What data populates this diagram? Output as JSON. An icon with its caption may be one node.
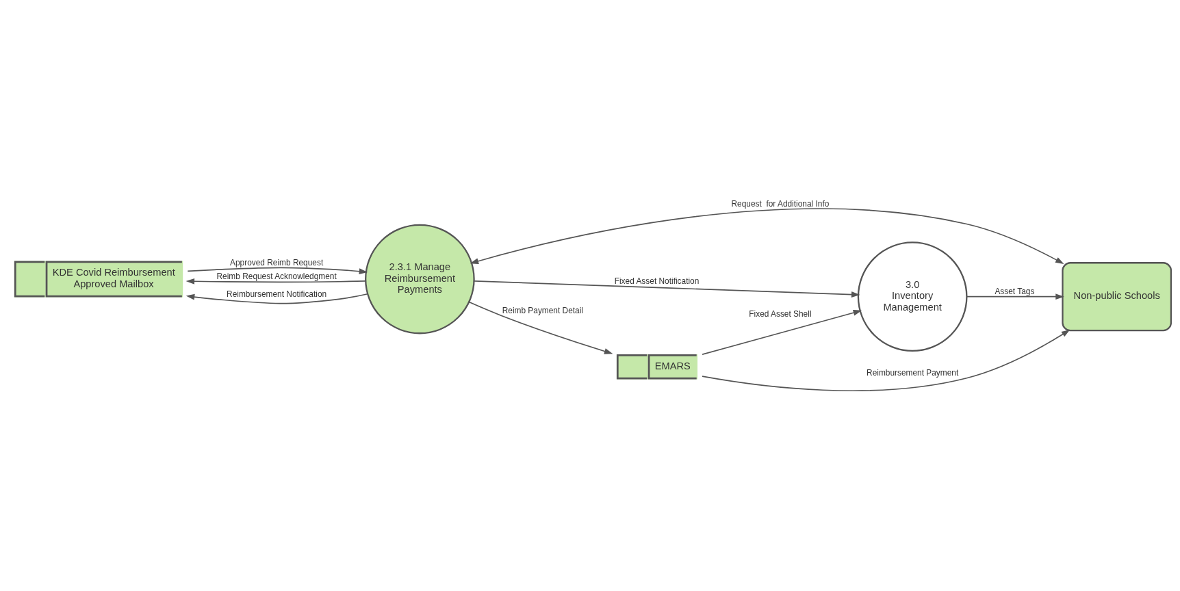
{
  "diagram": {
    "nodes": [
      {
        "text": [
          "KDE Covid Reimbursement Approved Mailbox"
        ]
      },
      {
        "text": [
          "2.3.1 Manage Reimbursement Payments"
        ]
      },
      {
        "text": [
          "3.0 Inventory Management"
        ]
      },
      {
        "text": [
          "Non-public Schools"
        ]
      },
      {
        "text": [
          "EMARS"
        ]
      }
    ],
    "edges": [
      {
        "from": 1,
        "to": 0,
        "arrow": "to",
        "label": "Reimb Request Acknowledgment"
      },
      {
        "from": 0,
        "to": 1,
        "arrow": "to",
        "label": "Approved Reimb Request"
      },
      {
        "from": 1,
        "to": 0,
        "arrow": "to",
        "label": "Reimbursement Notification"
      },
      {
        "from": 1,
        "to": 2,
        "arrow": "to",
        "label": "Fixed Asset Notification"
      },
      {
        "from": 1,
        "to": 4,
        "arrow": "to",
        "label": "Reimb Payment Detail"
      },
      {
        "from": 1,
        "to": 3,
        "arrow": "both",
        "label": "Request  for Additional Info"
      },
      {
        "from": 4,
        "to": 2,
        "arrow": "to",
        "label": "Fixed Asset Shell"
      },
      {
        "from": 4,
        "to": 3,
        "arrow": "to",
        "label": "Reimbursement Payment"
      },
      {
        "from": 2,
        "to": 3,
        "arrow": "to",
        "label": "Asset Tags"
      }
    ]
  }
}
